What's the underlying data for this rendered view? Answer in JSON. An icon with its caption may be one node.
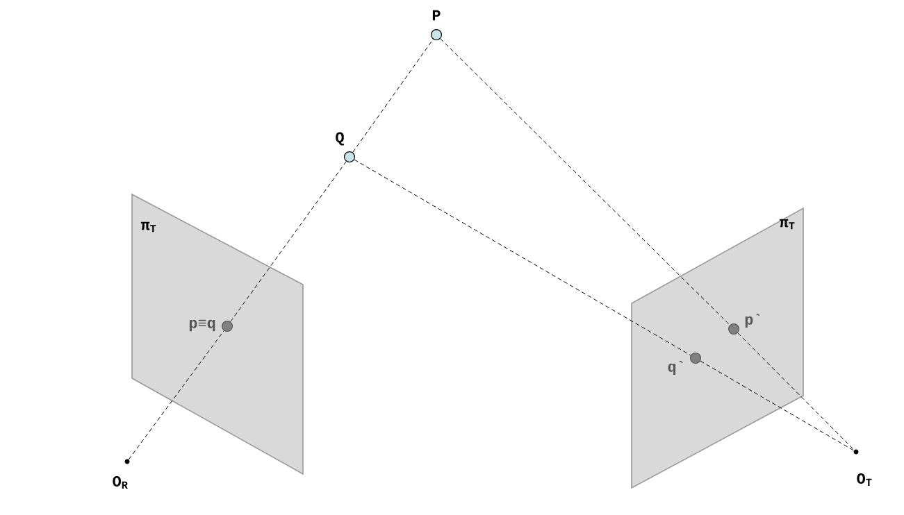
{
  "diagram": {
    "nodes": [
      {
        "text": [],
        "shape": "circle",
        "beside": [
          "P"
        ]
      },
      {
        "text": [],
        "shape": "circle",
        "beside": [
          "Q"
        ]
      },
      {
        "text": [
          "π$_{T}$"
        ]
      },
      {
        "text": [],
        "shape": "circle",
        "in": 2,
        "beside": [
          "p≡q"
        ]
      },
      {
        "text": [],
        "shape": "circle",
        "beside": [
          "O$_{R}$"
        ]
      },
      {
        "text": [
          "π$_{T}$"
        ]
      },
      {
        "text": [],
        "shape": "circle",
        "in": 5,
        "beside": [
          "p`"
        ]
      },
      {
        "text": [],
        "shape": "circle",
        "in": 5,
        "beside": [
          "q`"
        ]
      },
      {
        "text": [],
        "shape": "circle",
        "beside": [
          "O$_{T}$"
        ]
      }
    ],
    "edges": [
      {
        "from": 4,
        "to": 3,
        "arrow": "none",
        "style": "dashed"
      },
      {
        "from": 3,
        "to": 1,
        "arrow": "none",
        "style": "dashed"
      },
      {
        "from": 1,
        "to": 0,
        "arrow": "none",
        "style": "dashed"
      },
      {
        "from": 0,
        "to": 6,
        "arrow": "none",
        "style": "dashed"
      },
      {
        "from": 6,
        "to": 8,
        "arrow": "none",
        "style": "dashed"
      },
      {
        "from": 1,
        "to": 7,
        "arrow": "none",
        "style": "dashed"
      },
      {
        "from": 7,
        "to": 8,
        "arrow": "none",
        "style": "dashed"
      }
    ]
  }
}
